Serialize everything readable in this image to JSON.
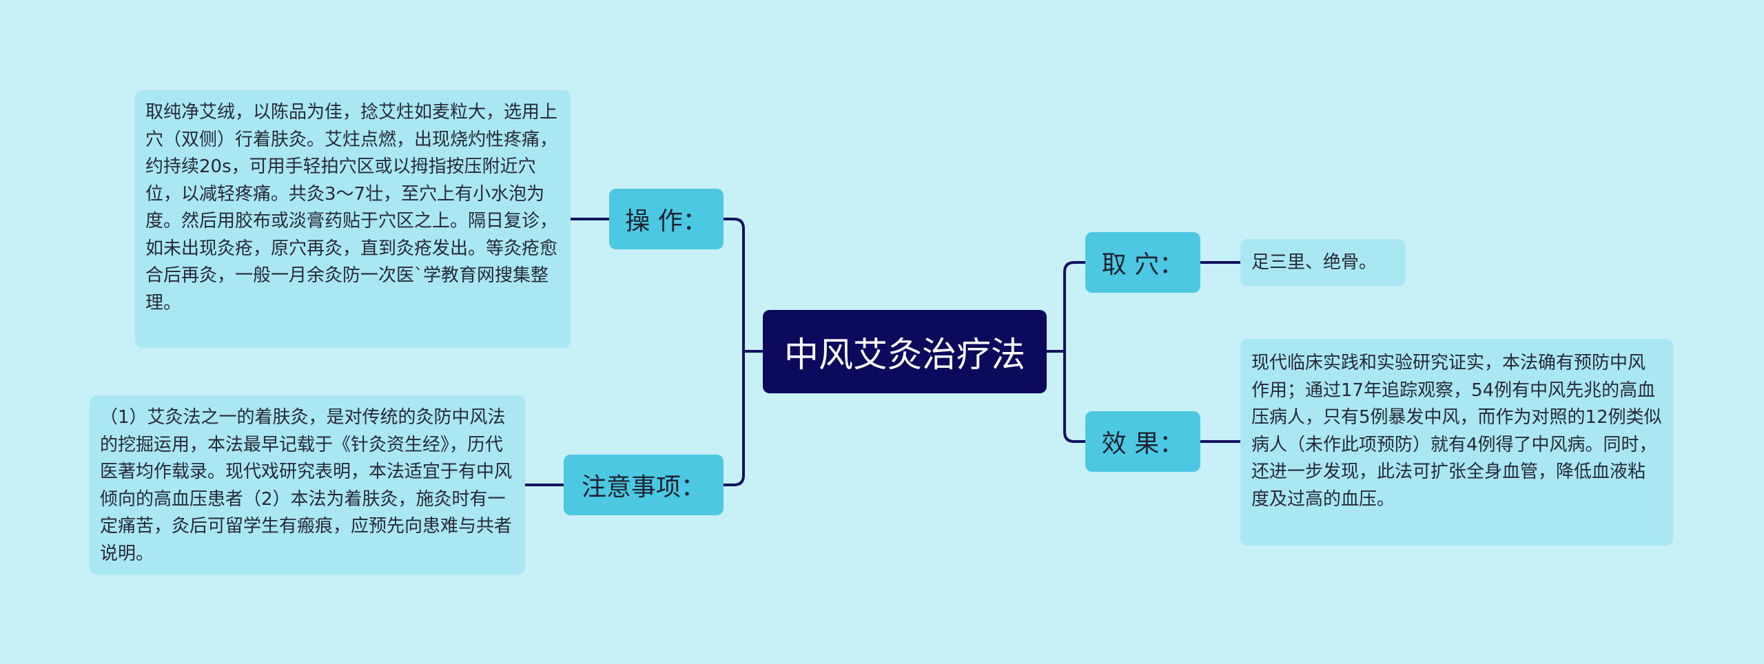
{
  "central": {
    "title": "中风艾灸治疗法"
  },
  "branches": [
    {
      "id": "quxue",
      "label": "取 穴：",
      "content": "足三里、绝骨。"
    },
    {
      "id": "xiaoguo",
      "label": "效 果：",
      "content": "现代临床实践和实验研究证实，本法确有预防中风作用；通过17年追踪观察，54例有中风先兆的高血压病人，只有5例暴发中风，而作为对照的12例类似病人（未作此项预防）就有4例得了中风病。同时，还进一步发现，此法可扩张全身血管，降低血液粘度及过高的血压。"
    },
    {
      "id": "caozuo",
      "label": "操 作：",
      "content": "取纯净艾绒，以陈品为佳，捻艾炷如麦粒大，选用上穴（双侧）行着肤灸。艾炷点燃，出现烧灼性疼痛，约持续20s，可用手轻拍穴区或以拇指按压附近穴位，以减轻疼痛。共灸3～7壮，至穴上有小水泡为度。然后用胶布或淡膏药贴于穴区之上。隔日复诊，如未出现灸疮，原穴再灸，直到灸疮发出。等灸疮愈合后再灸，一般一月余灸防一次医`学教育网搜集整理。"
    },
    {
      "id": "zhuyi",
      "label": "注意事项：",
      "content": "（1）艾灸法之一的着肤灸，是对传统的灸防中风法的挖掘运用，本法最早记载于《针灸资生经》，历代医著均作载录。现代戏研究表明，本法适宜于有中风倾向的高血压患者（2）本法为着肤灸，施灸时有一定痛苦，灸后可留学生有瘢痕，应预先向患难与共者说明。"
    }
  ],
  "colors": {
    "background": "#c8f0f7",
    "central": "#0c0a5c",
    "branch": "#4cc8e3",
    "leaf": "#a9e7f3",
    "connector": "#12125e"
  }
}
